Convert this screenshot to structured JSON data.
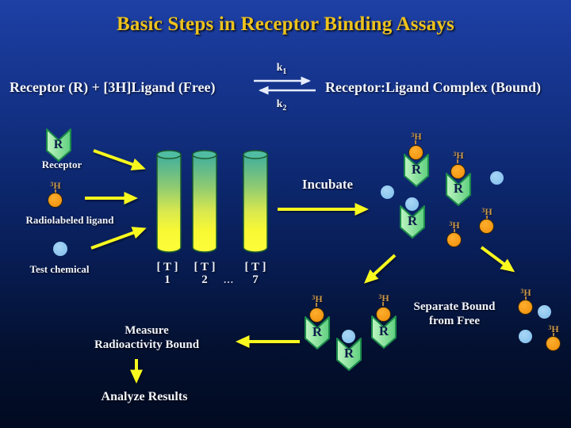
{
  "slide": {
    "title": "Basic Steps in Receptor Binding Assays",
    "equation": {
      "left": "Receptor (R) + [3H]Ligand (Free)",
      "right": "Receptor:Ligand Complex (Bound)",
      "k1_base": "k",
      "k1_sub": "1",
      "k2_base": "k",
      "k2_sub": "2"
    },
    "legend": {
      "receptor": "Receptor",
      "radiolabeled_ligand": "Radiolabeled ligand",
      "test_chemical": "Test chemical"
    },
    "symbols": {
      "receptor_letter": "R",
      "tritium_sup": "3",
      "tritium_base": "H"
    },
    "tubes": {
      "bracket_label": "[ T ]",
      "numbers": [
        "1",
        "2",
        "7"
      ],
      "ellipsis": "…"
    },
    "steps": {
      "incubate": "Incubate",
      "separate_line1": "Separate Bound",
      "separate_line2": "from Free",
      "measure_line1": "Measure",
      "measure_line2": "Radioactivity Bound",
      "analyze": "Analyze Results"
    },
    "colors": {
      "background_top": "#1e40a6",
      "background_bottom": "#010a20",
      "title_text": "#edc21d",
      "body_text": "#f2f4fc",
      "arrow_yellow": "#f8f81e",
      "equilibrium_arrow": "#e6ecfa",
      "receptor_green": "#8fe89c",
      "receptor_outline": "#1c8a4a",
      "receptor_letter_color": "#0c1c48",
      "ligand_orange": "#f59312",
      "chemical_blue": "#8cc5ef",
      "tritium_tan": "#cf9a4a",
      "tube_teal_top": "#3fae9e",
      "tube_yellow_bottom": "#fdfd3a"
    }
  }
}
